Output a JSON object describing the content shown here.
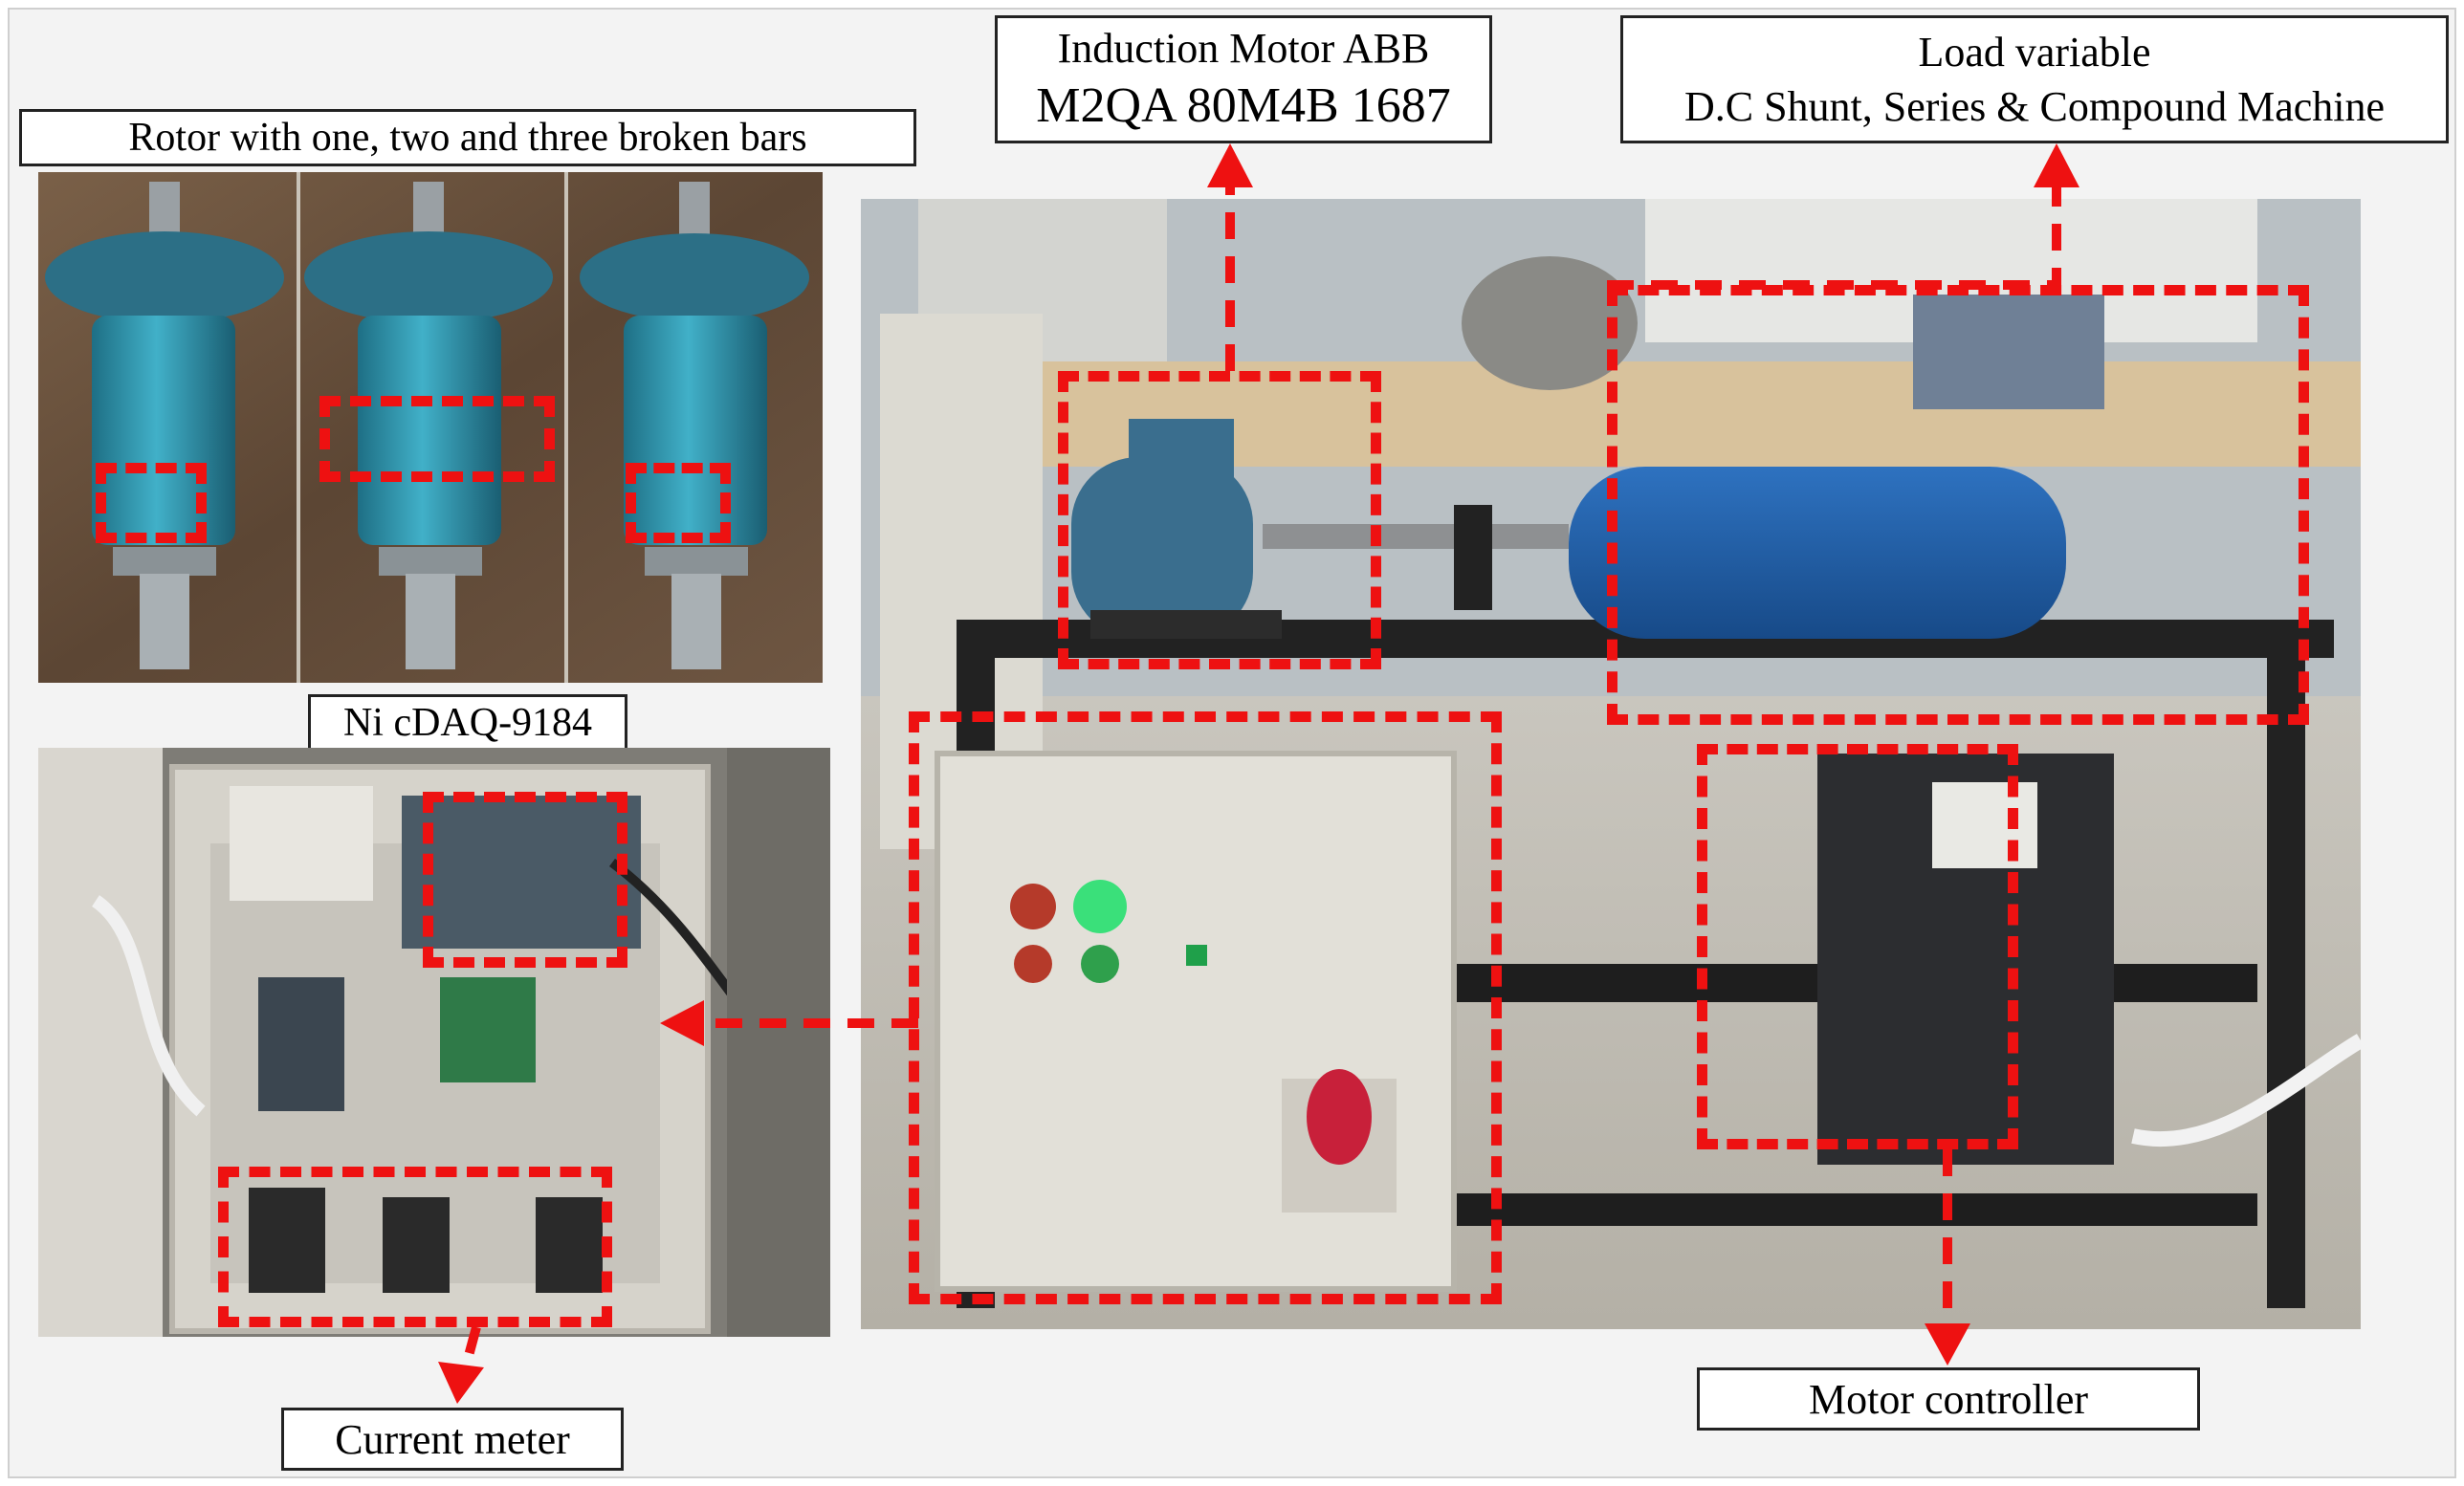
{
  "labels": {
    "rotor": "Rotor with one, two and three broken bars",
    "daq": "Ni cDAQ-9184",
    "motor_line1": "Induction Motor ABB",
    "motor_line2": "M2QA 80M4B 1687",
    "load_line1": "Load variable",
    "load_line2": "D.C Shunt, Series & Compound Machine",
    "controller": "Motor controller",
    "current_meter": "Current meter"
  },
  "colors": {
    "annotation": "#ee1111",
    "label_border": "#222222",
    "motor_blue": "#1f5fa8",
    "rotor_teal": "#2a8fa8"
  },
  "icons": [
    "rotor-photo",
    "cabinet-photo",
    "test-bench-photo",
    "dashed-arrow"
  ]
}
